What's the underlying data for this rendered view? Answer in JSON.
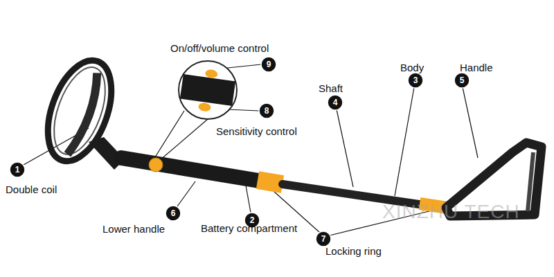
{
  "diagram": {
    "labels": [
      "On/off/volume control",
      "9",
      "8",
      "Sensitivity control",
      "Shaft",
      "4",
      "Body",
      "3",
      "Handle",
      "5",
      "1",
      "Double coil",
      "6",
      "Lower handle",
      "2",
      "Battery compartment",
      "7",
      "Locking ring",
      "XINZHU TECH"
    ]
  }
}
